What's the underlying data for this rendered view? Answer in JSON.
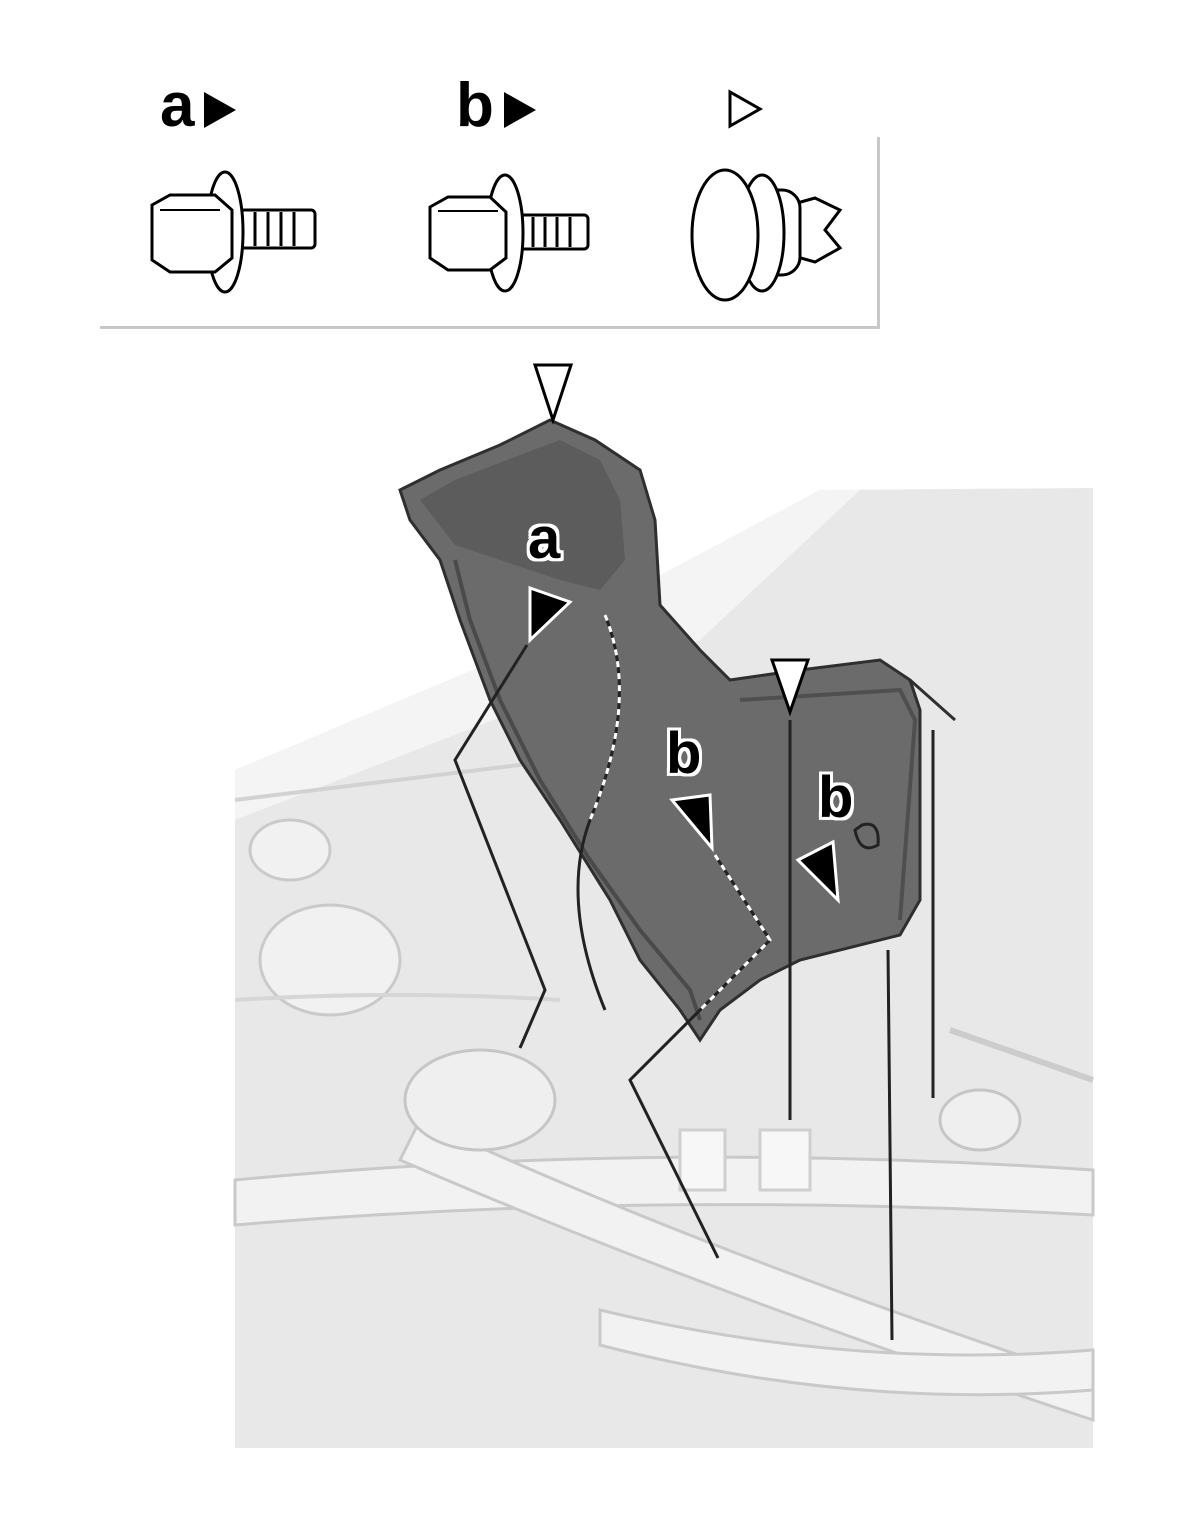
{
  "legend": {
    "items": [
      {
        "letter": "a",
        "marker": "filled-triangle-icon"
      },
      {
        "letter": "b",
        "marker": "filled-triangle-icon"
      },
      {
        "letter": "",
        "marker": "open-triangle-icon"
      }
    ]
  },
  "callouts": [
    "a",
    "b",
    "b"
  ],
  "colors": {
    "part_fill": "#6b6b6b",
    "part_dark": "#4a4a4a",
    "background_scene": "#e6e6e6",
    "line": "#000000"
  }
}
